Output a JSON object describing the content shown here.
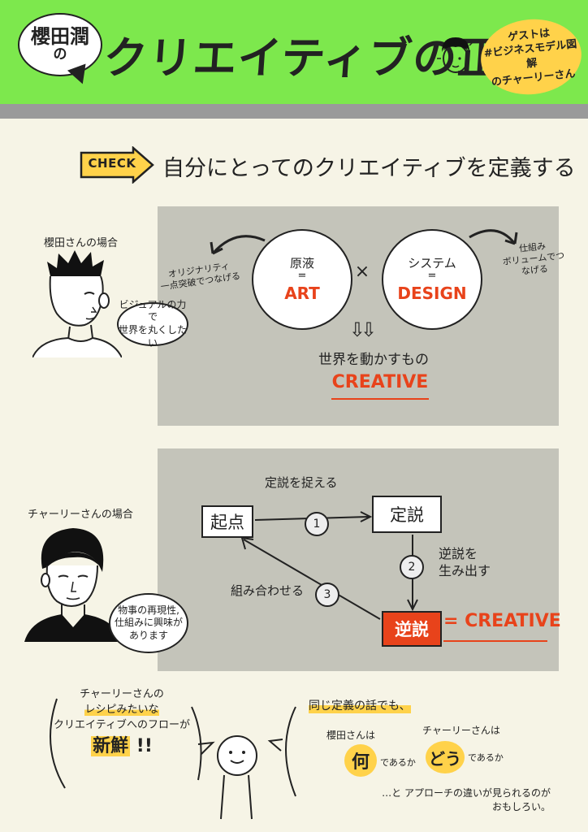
{
  "header": {
    "bubble_name": "櫻田潤",
    "bubble_no": "の",
    "title": "クリエイティブの正体",
    "guest_note": "ゲストは\n#ビジネスモデル図解\nのチャーリーさん",
    "colors": {
      "header_bg": "#7de84d",
      "accent": "#e8431b",
      "highlight": "#ffd24a",
      "panel": "#c4c4ba"
    }
  },
  "check": {
    "label": "CHECK",
    "title": "自分にとってのクリエイティブを定義する"
  },
  "sakurai_case": {
    "label": "櫻田さんの場合",
    "speech": "ビジュアルの力で\n世界を丸くしたい",
    "art_circle": {
      "top": "原液",
      "eq": "=",
      "word": "ART"
    },
    "design_circle": {
      "top": "システム",
      "eq": "=",
      "word": "DESIGN"
    },
    "times": "×",
    "note_left": "オリジナリティ\n一点突破でつなげる",
    "note_right": "仕組み\nボリュームでつなげる",
    "down_arrow": "⇩⇩",
    "move_text": "世界を動かすもの",
    "creative": "CREATIVE"
  },
  "charley_case": {
    "label": "チャーリーさんの場合",
    "speech": "物事の再現性,\n仕組みに興味が\nあります",
    "box_start": "起点",
    "box_theory": "定説",
    "box_para": "逆説",
    "step1": "1",
    "step2": "2",
    "step3": "3",
    "capture": "定説を捉える",
    "generate": "逆説を\n生み出す",
    "combine": "組み合わせる",
    "equals_creative": "= CREATIVE"
  },
  "bottom": {
    "left_l1": "チャーリーさんの",
    "left_l2": "レシピみたいな",
    "left_l3": "クリエイティブへのフローが",
    "left_fresh": "新鮮",
    "left_bang": "!!",
    "right_l1": "同じ定義の話でも、",
    "right_sakurai": "櫻田さんは",
    "right_charley": "チャーリーさんは",
    "right_what": "何",
    "right_what_sfx": "であるか",
    "right_how": "どう",
    "right_how_sfx": "であるか",
    "right_approach": "…と アプローチの違いが見られるのが\nおもしろい。"
  }
}
